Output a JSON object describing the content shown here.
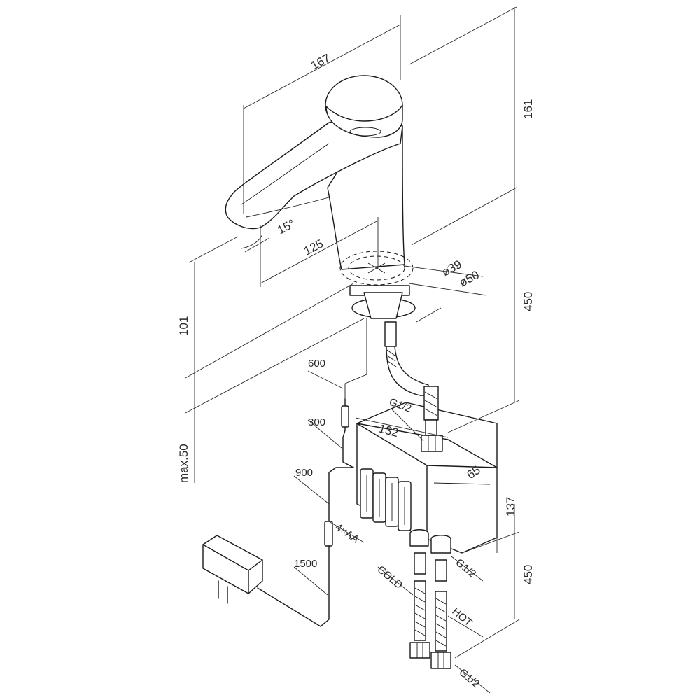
{
  "dimensions": {
    "spout_length": "167",
    "spout_reach": "125",
    "spout_angle": "15°",
    "height_top": "161",
    "height_deck": "101",
    "height_below": "450",
    "max_deck": "max.50",
    "diameter_inner": "ø39",
    "diameter_outer": "ø50",
    "box_width": "132",
    "box_depth": "65",
    "box_height": "137",
    "hose_lower": "450"
  },
  "cables": {
    "sensor": "600",
    "box": "300",
    "battery": "900",
    "adapter": "1500"
  },
  "labels": {
    "battery": "4×AA",
    "thread_top": "G1/2",
    "thread_mid": "G1/2",
    "thread_bottom": "G1/2",
    "cold": "COLD",
    "hot": "HOT"
  },
  "colors": {
    "line": "#1a1a1a",
    "text": "#2a2a2a",
    "background": "#ffffff"
  }
}
